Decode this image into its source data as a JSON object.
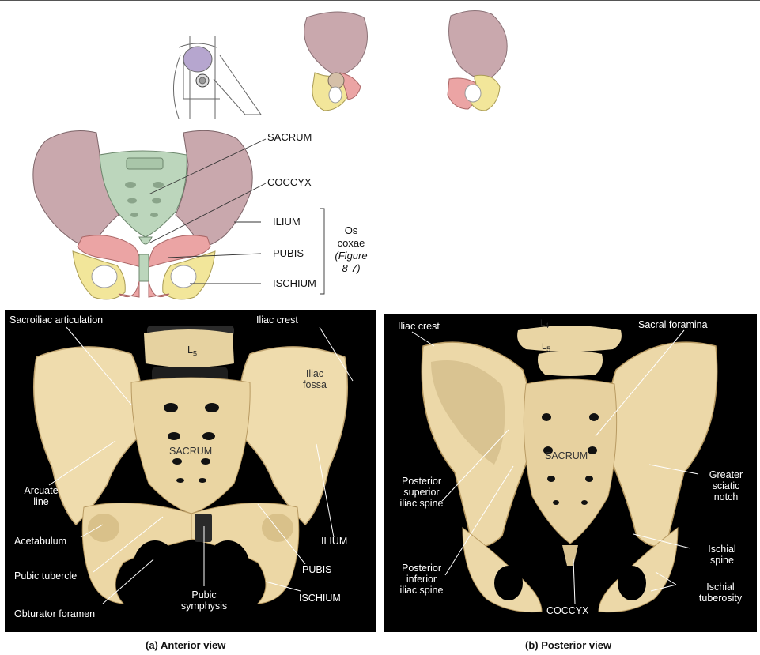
{
  "upper_diagram": {
    "labels": {
      "sacrum": "SACRUM",
      "coccyx": "COCCYX",
      "ilium": "ILIUM",
      "pubis": "PUBIS",
      "ischium": "ISCHIUM"
    },
    "os_coxae": {
      "line1": "Os",
      "line2": "coxae",
      "line3": "(Figure",
      "line4": "8-7)"
    }
  },
  "anterior_panel": {
    "caption": "(a) Anterior view",
    "labels": {
      "sacroiliac": "Sacroiliac articulation",
      "iliac_crest": "Iliac crest",
      "iliac_fossa_1": "Iliac",
      "iliac_fossa_2": "fossa",
      "l5_main": "L",
      "l5_sub": "5",
      "sacrum": "SACRUM",
      "arcuate_1": "Arcuate",
      "arcuate_2": "line",
      "acetabulum": "Acetabulum",
      "pubic_tubercle": "Pubic tubercle",
      "obturator": "Obturator foramen",
      "pubic_symphysis_1": "Pubic",
      "pubic_symphysis_2": "symphysis",
      "ilium": "ILIUM",
      "pubis": "PUBIS",
      "ischium": "ISCHIUM"
    }
  },
  "posterior_panel": {
    "caption": "(b) Posterior view",
    "labels": {
      "iliac_crest": "Iliac crest",
      "sacral_foramina": "Sacral foramina",
      "l4_main": "L",
      "l4_sub": "4",
      "l5_main": "L",
      "l5_sub": "5",
      "sacrum": "SACRUM",
      "psis_1": "Posterior",
      "psis_2": "superior",
      "psis_3": "iliac spine",
      "piis_1": "Posterior",
      "piis_2": "inferior",
      "piis_3": "iliac spine",
      "coccyx": "COCCYX",
      "greater_sciatic_1": "Greater",
      "greater_sciatic_2": "sciatic",
      "greater_sciatic_3": "notch",
      "ischial_spine_1": "Ischial",
      "ischial_spine_2": "spine",
      "ischial_tuberosity_1": "Ischial",
      "ischial_tuberosity_2": "tuberosity"
    }
  },
  "colors": {
    "ilium": "#c9a8ad",
    "sacrum": "#bcd6bc",
    "pubis": "#eba4a4",
    "ischium": "#f2e69a",
    "bone": "#e8d4a6",
    "background_photo": "#000000"
  }
}
